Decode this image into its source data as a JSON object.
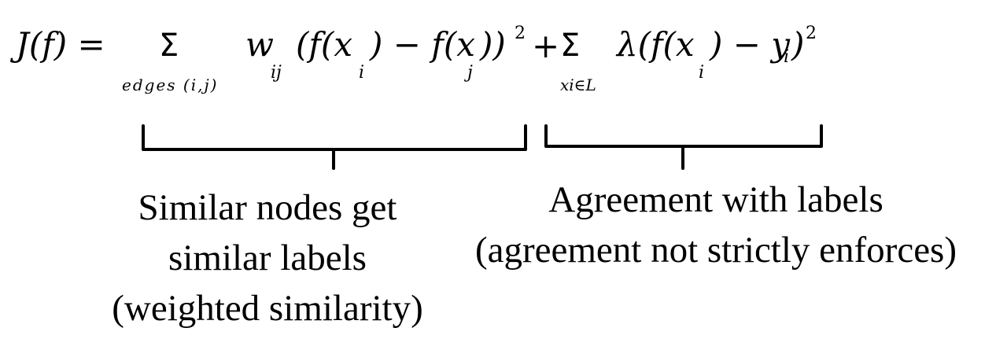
{
  "equation": {
    "lhs": "J(f) =",
    "sum_symbol": "Σ",
    "sum1_subscript": "edges (i,j)",
    "term1_w": "w",
    "term1_w_sub": "ij",
    "term1_open": "(f(x",
    "term1_xi_sub": "i",
    "term1_mid": ") − f(x",
    "term1_xj_sub": "j",
    "term1_close": "))",
    "term1_power": "2",
    "plus": "+",
    "sum2_subscript": "xi∈L",
    "term2_open": "λ(f(x",
    "term2_xi_sub": "i",
    "term2_mid": ") − y",
    "term2_y_sub": "i",
    "term2_close": ")",
    "term2_power": "2"
  },
  "annotations": {
    "smoothness": {
      "line1": "Similar nodes get",
      "line2": "similar labels",
      "line3": "(weighted similarity)"
    },
    "fit": {
      "line1": "Agreement with labels",
      "line2": "(agreement not strictly enforces)"
    }
  }
}
